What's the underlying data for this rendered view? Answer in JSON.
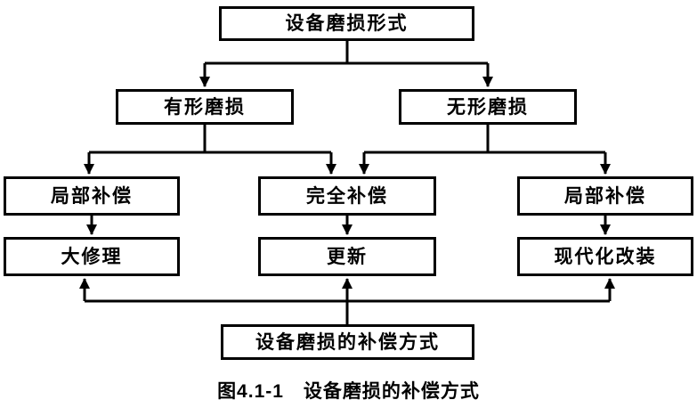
{
  "diagram": {
    "root": {
      "label": "设备磨损形式"
    },
    "level2": [
      {
        "label": "有形磨损"
      },
      {
        "label": "无形磨损"
      }
    ],
    "level3": [
      {
        "label": "局部补偿"
      },
      {
        "label": "完全补偿"
      },
      {
        "label": "局部补偿"
      }
    ],
    "level4": [
      {
        "label": "大修理"
      },
      {
        "label": "更新"
      },
      {
        "label": "现代化改装"
      }
    ],
    "bottom": {
      "label": "设备磨损的补偿方式"
    },
    "caption": "图4.1-1　设备磨损的补偿方式",
    "colors": {
      "line": "#000000",
      "box_border": "#000000",
      "background": "#ffffff"
    }
  }
}
